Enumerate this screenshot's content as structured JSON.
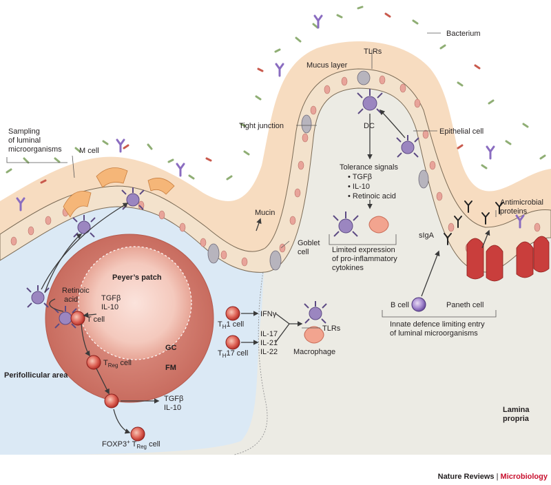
{
  "labels": {
    "bacterium": "Bacterium",
    "mucus_layer": "Mucus layer",
    "tlrs_top": "TLRs",
    "tight_junction": "Tight junction",
    "dc": "DC",
    "epithelial_cell": "Epithelial cell",
    "sampling_1": "Sampling",
    "sampling_2": "of luminal",
    "sampling_3": "microorganisms",
    "m_cell": "M cell",
    "tolerance_title": "Tolerance signals",
    "tolerance_items": [
      "• TGFβ",
      "• IL-10",
      "• Retinoic acid"
    ],
    "mucin": "Mucin",
    "goblet_1": "Goblet",
    "goblet_2": "cell",
    "limited_1": "Limited expression",
    "limited_2": "of pro-inflammatory",
    "limited_3": "cytokines",
    "antimicrobial_1": "Antimicrobial",
    "antimicrobial_2": "proteins",
    "siga": "sIgA",
    "b_cell": "B cell",
    "paneth_cell": "Paneth cell",
    "innate_1": "Innate defence limiting entry",
    "innate_2": "of luminal microorganisms",
    "peyers_patch": "Peyer’s patch",
    "retinoic_1": "Retinoic",
    "retinoic_2": "acid",
    "tgfb_il10_pp_1": "TGFβ",
    "tgfb_il10_pp_2": "IL-10",
    "t_cell": "T cell",
    "gc": "GC",
    "fm": "FM",
    "perifollicular": "Perifollicular area",
    "treg_cell_main": "T",
    "treg_cell_sub": "Reg",
    "treg_cell_rest": " cell",
    "tgfb_bottom": "TGFβ",
    "il10_bottom": "IL-10",
    "foxp3_main": "FOXP3",
    "foxp3_sup": "+",
    "foxp3_t": " T",
    "foxp3_sub": "Reg",
    "foxp3_rest": " cell",
    "th1_main": "T",
    "th1_sub": "H",
    "th1_rest": "1 cell",
    "th17_main": "T",
    "th17_sub": "H",
    "th17_rest": "17 cell",
    "ifng": "IFNγ",
    "il17": "IL-17",
    "il21": "IL-21",
    "il22": "IL-22",
    "tlrs_mac": "TLRs",
    "macrophage": "Macrophage",
    "lamina_1": "Lamina",
    "lamina_2": "propria"
  },
  "footer": {
    "journal": "Nature Reviews",
    "separator": " | ",
    "section": "Microbiology"
  },
  "colors": {
    "mucus": "#f7dcc0",
    "lamina": "#ecebe4",
    "perifollicular": "#dbe9f5",
    "epithelium": "#f3e2cc",
    "nucleus": "#e8a49a",
    "goblet": "#b7b4bd",
    "paneth": "#c93e3c",
    "peyers_outer": "#d98b80",
    "peyers_inner": "#f6d2c8",
    "dc": "#9b86c0",
    "brand_red": "#c8102e"
  }
}
